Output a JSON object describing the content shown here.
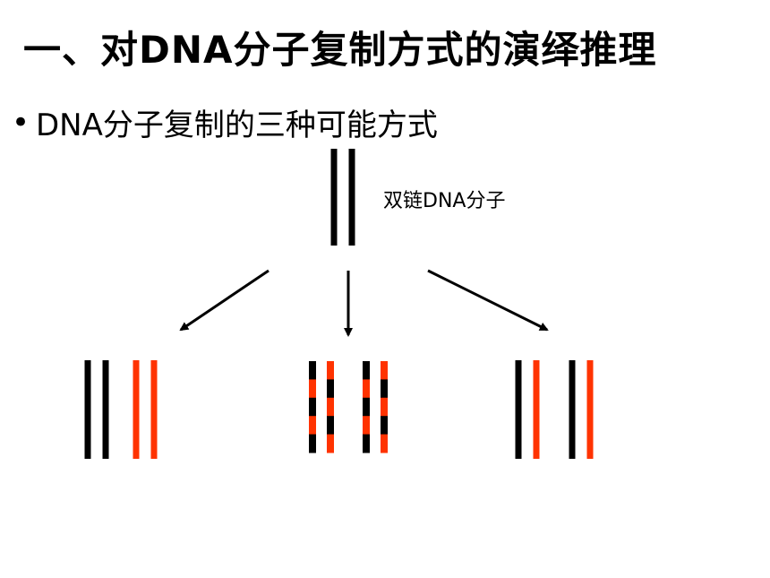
{
  "title": "一、对DNA分子复制方式的演绎推理",
  "bullet": {
    "marker": "•",
    "text": "DNA分子复制的三种可能方式"
  },
  "parent_label": "双链DNA分子",
  "colors": {
    "old_strand": "#000000",
    "new_strand": "#ff3300",
    "arrow": "#000000"
  },
  "diagram": {
    "parent": {
      "strands": [
        "old",
        "old"
      ]
    },
    "outcomes": [
      {
        "name": "conservative",
        "duplexes": [
          [
            "old",
            "old"
          ],
          [
            "new",
            "new"
          ]
        ]
      },
      {
        "name": "dispersive",
        "duplexes": [
          [
            [
              "old",
              "new",
              "old",
              "new",
              "old"
            ],
            [
              "new",
              "old",
              "new",
              "old",
              "new"
            ]
          ],
          [
            [
              "old",
              "new",
              "old",
              "new",
              "old"
            ],
            [
              "new",
              "old",
              "new",
              "old",
              "new"
            ]
          ]
        ]
      },
      {
        "name": "semi-conservative",
        "duplexes": [
          [
            "old",
            "new"
          ],
          [
            "old",
            "new"
          ]
        ]
      }
    ]
  }
}
